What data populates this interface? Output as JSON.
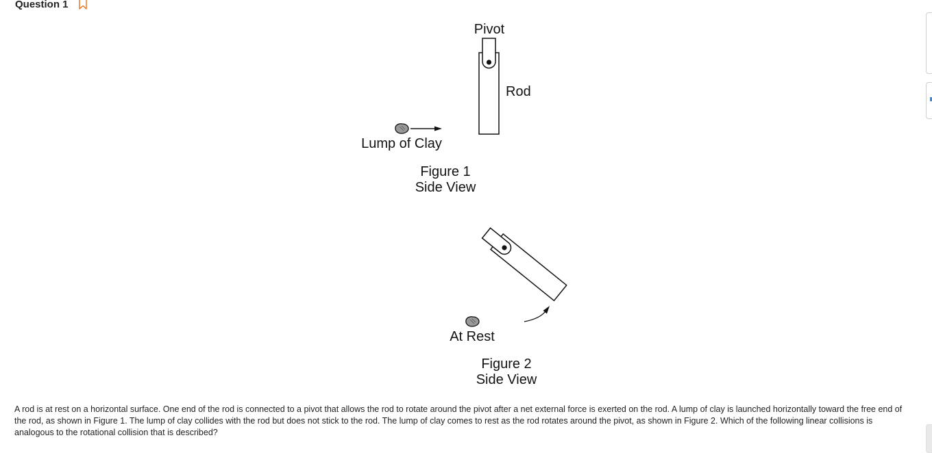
{
  "question": {
    "title": "Question 1",
    "bookmark_icon": "bookmark-icon",
    "accent_color": "#e8711a"
  },
  "figure1": {
    "pivot_label": "Pivot",
    "rod_label": "Rod",
    "clay_label": "Lump of Clay",
    "caption_line1": "Figure 1",
    "caption_line2": "Side View"
  },
  "figure2": {
    "clay_label": "At Rest",
    "caption_line1": "Figure 2",
    "caption_line2": "Side View"
  },
  "body": {
    "text": "A rod is at rest on a horizontal surface. One end of the rod is connected to a pivot that allows the rod to rotate around the pivot after a net external force is exerted on the rod. A lump of clay is launched horizontally toward the free end of the rod, as shown in Figure 1. The lump of clay collides with the rod but does not stick to the rod. The lump of clay comes to rest as the rod rotates around the pivot, as shown in Figure 2. Which of the following linear collisions is analogous to the rotational collision that is described?"
  }
}
